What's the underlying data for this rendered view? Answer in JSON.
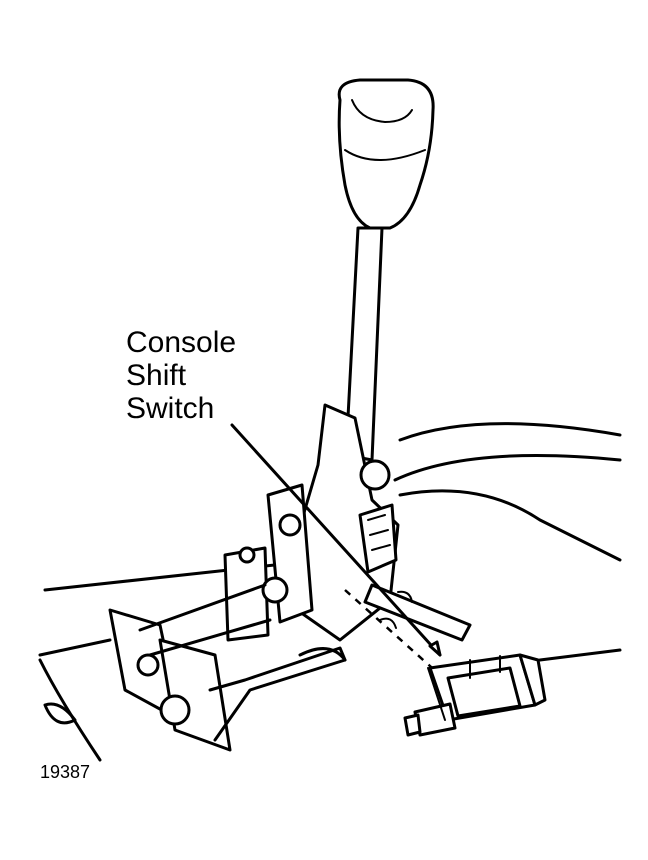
{
  "callout": {
    "lines": [
      "Console",
      "Shift",
      "Switch"
    ]
  },
  "figure_number": "19387"
}
